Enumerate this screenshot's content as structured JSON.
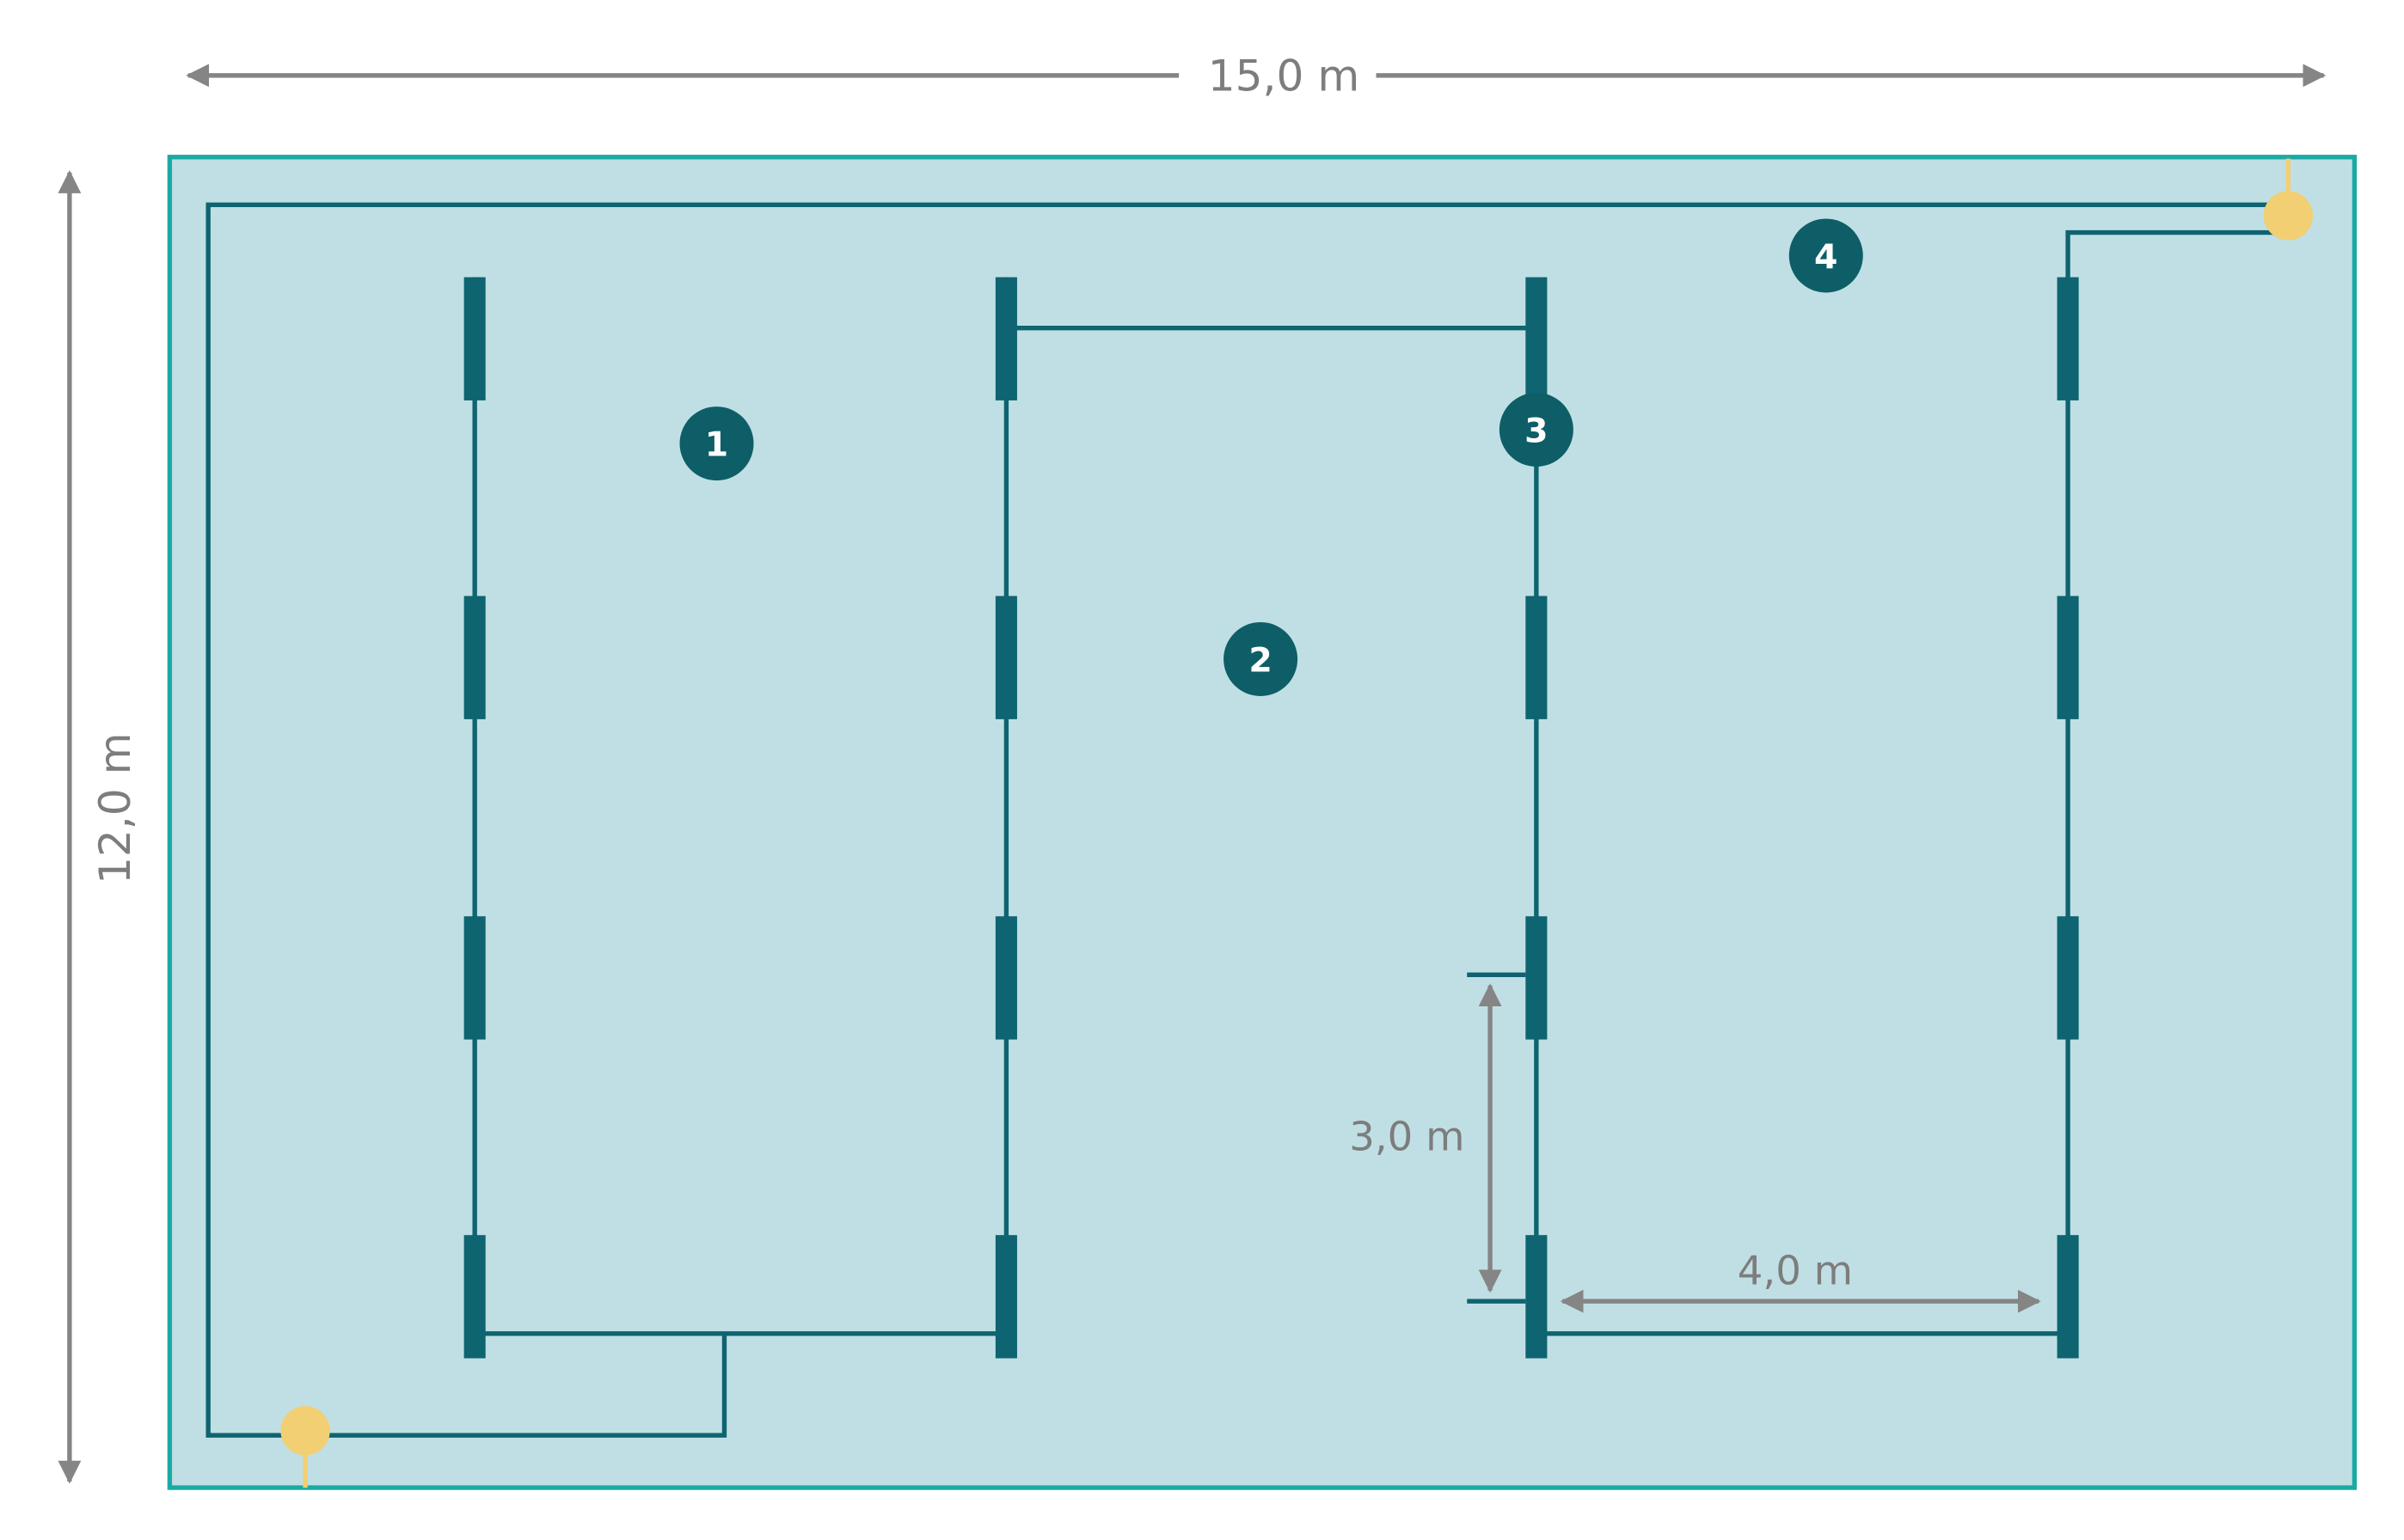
{
  "dimensions": {
    "width_label": "15,0 m",
    "height_label": "12,0 m",
    "spacing_vertical_label": "3,0 m",
    "spacing_horizontal_label": "4,0 m"
  },
  "zones": [
    {
      "label": "1"
    },
    {
      "label": "2"
    },
    {
      "label": "3"
    },
    {
      "label": "4"
    }
  ],
  "colors": {
    "field_fill": "#c0dfe4",
    "field_border": "#1aaaa5",
    "pipe": "#0e6470",
    "marker": "#0e5e68",
    "connector": "#f2cf72",
    "dimension": "#858585"
  }
}
